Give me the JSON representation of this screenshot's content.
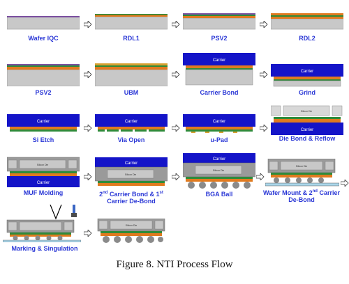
{
  "figure": {
    "caption": "Figure 8. NTI Process Flow"
  },
  "chip_label": "Silicon Die",
  "colors": {
    "label": "#2a37d6",
    "carrier": "#1414c8",
    "wafer": "#c8c8c8",
    "redistribution": "#e07a1f",
    "passivation": "#2e8b3a",
    "mold": "#9a9a9a",
    "ball": "#8a8a8a",
    "tape": "#a9d6ea"
  },
  "steps": [
    {
      "label": "Wafer IQC"
    },
    {
      "label": "RDL1"
    },
    {
      "label": "PSV2"
    },
    {
      "label": "RDL2"
    },
    {
      "label": "PSV2"
    },
    {
      "label": "UBM"
    },
    {
      "label": "Carrier Bond",
      "carrier_text": "Carrier"
    },
    {
      "label": "Grind",
      "carrier_text": "Carrier"
    },
    {
      "label": "Si Etch",
      "carrier_text": "Carrier"
    },
    {
      "label": "Via Open",
      "carrier_text": "Carrier"
    },
    {
      "label": "u-Pad",
      "carrier_text": "Carrier"
    },
    {
      "label": "Die Bond & Reflow",
      "carrier_text": "Carrier"
    },
    {
      "label": "MUF Molding",
      "carrier_text": "Carrier"
    },
    {
      "label_line1": "2nd Carrier Bond & 1st",
      "label_line2": "Carrier De-Bond",
      "carrier_text": "Carrier"
    },
    {
      "label": "BGA Ball",
      "carrier_text": "Carrier"
    },
    {
      "label_line1": "Wafer Mount & 2nd Carrier",
      "label_line2": "De-Bond"
    },
    {
      "label": "Marking & Singulation"
    },
    {
      "label": ""
    }
  ]
}
